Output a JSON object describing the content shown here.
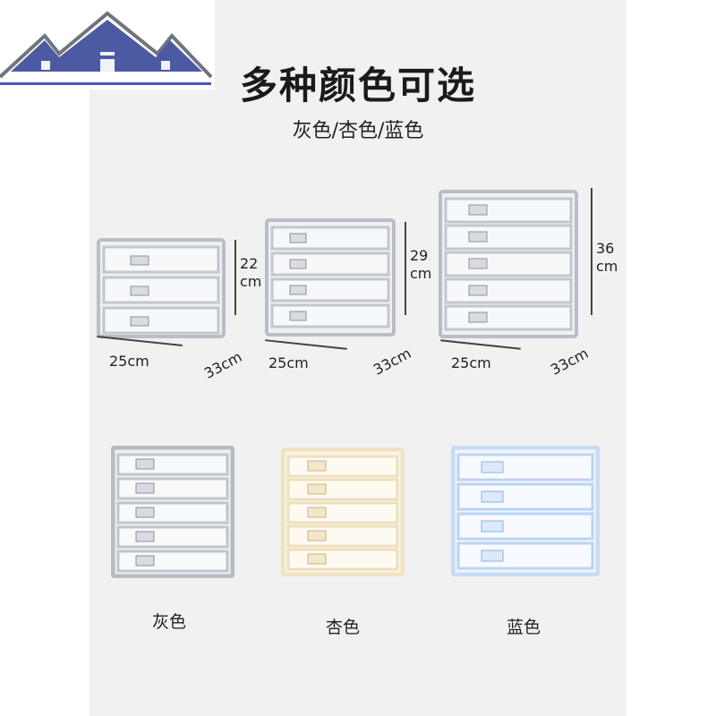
{
  "title": "多种颜色可选",
  "subtitle": "灰色/杏色/蓝色",
  "sizes": [
    {
      "height_value": "22",
      "height_unit": "cm",
      "width": "25cm",
      "depth": "33cm",
      "drawers": 3
    },
    {
      "height_value": "29",
      "height_unit": "cm",
      "width": "25cm",
      "depth": "33cm",
      "drawers": 4
    },
    {
      "height_value": "36",
      "height_unit": "cm",
      "width": "25cm",
      "depth": "33cm",
      "drawers": 5
    }
  ],
  "colors": [
    {
      "label": "灰色",
      "frame": "#b7bcc3",
      "drawers": 5
    },
    {
      "label": "杏色",
      "frame": "#f1e3c2",
      "drawers": 5
    },
    {
      "label": "蓝色",
      "frame": "#c7dbf6",
      "drawers": 4
    }
  ]
}
